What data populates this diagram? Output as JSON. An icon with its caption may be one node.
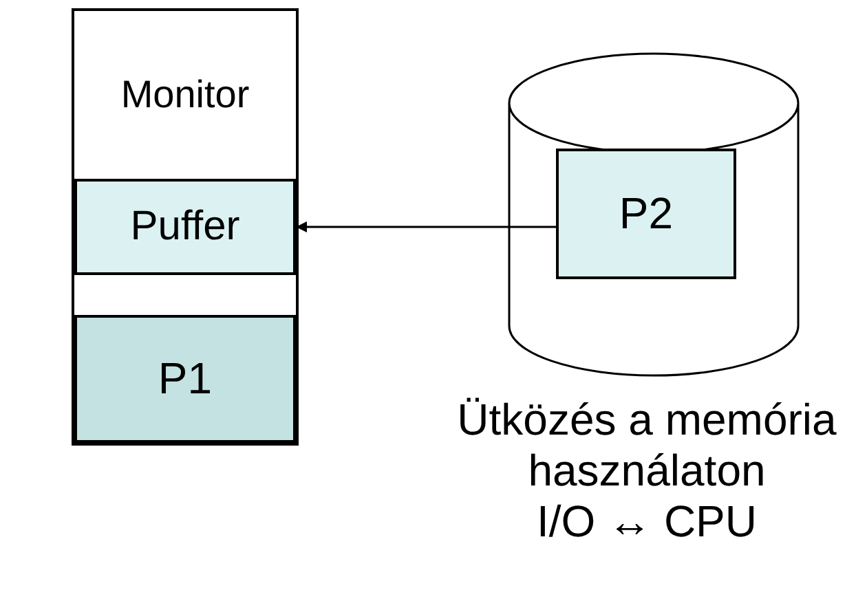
{
  "diagram": {
    "nodes": [
      {
        "text": [],
        "shape": "box"
      },
      {
        "text": [
          "Monitor"
        ],
        "in": 0
      },
      {
        "text": [
          "Puffer"
        ],
        "in": 0
      },
      {
        "text": [
          "P1"
        ],
        "in": 0
      },
      {
        "text": [],
        "shape": "cylinder"
      },
      {
        "text": [
          "P2"
        ],
        "in": 4
      }
    ],
    "edges": [
      {
        "from": 5,
        "to": 2,
        "arrow": "to"
      }
    ],
    "labels": [
      "Ütközés a memória használaton",
      "I/O ↔ CPU"
    ]
  }
}
